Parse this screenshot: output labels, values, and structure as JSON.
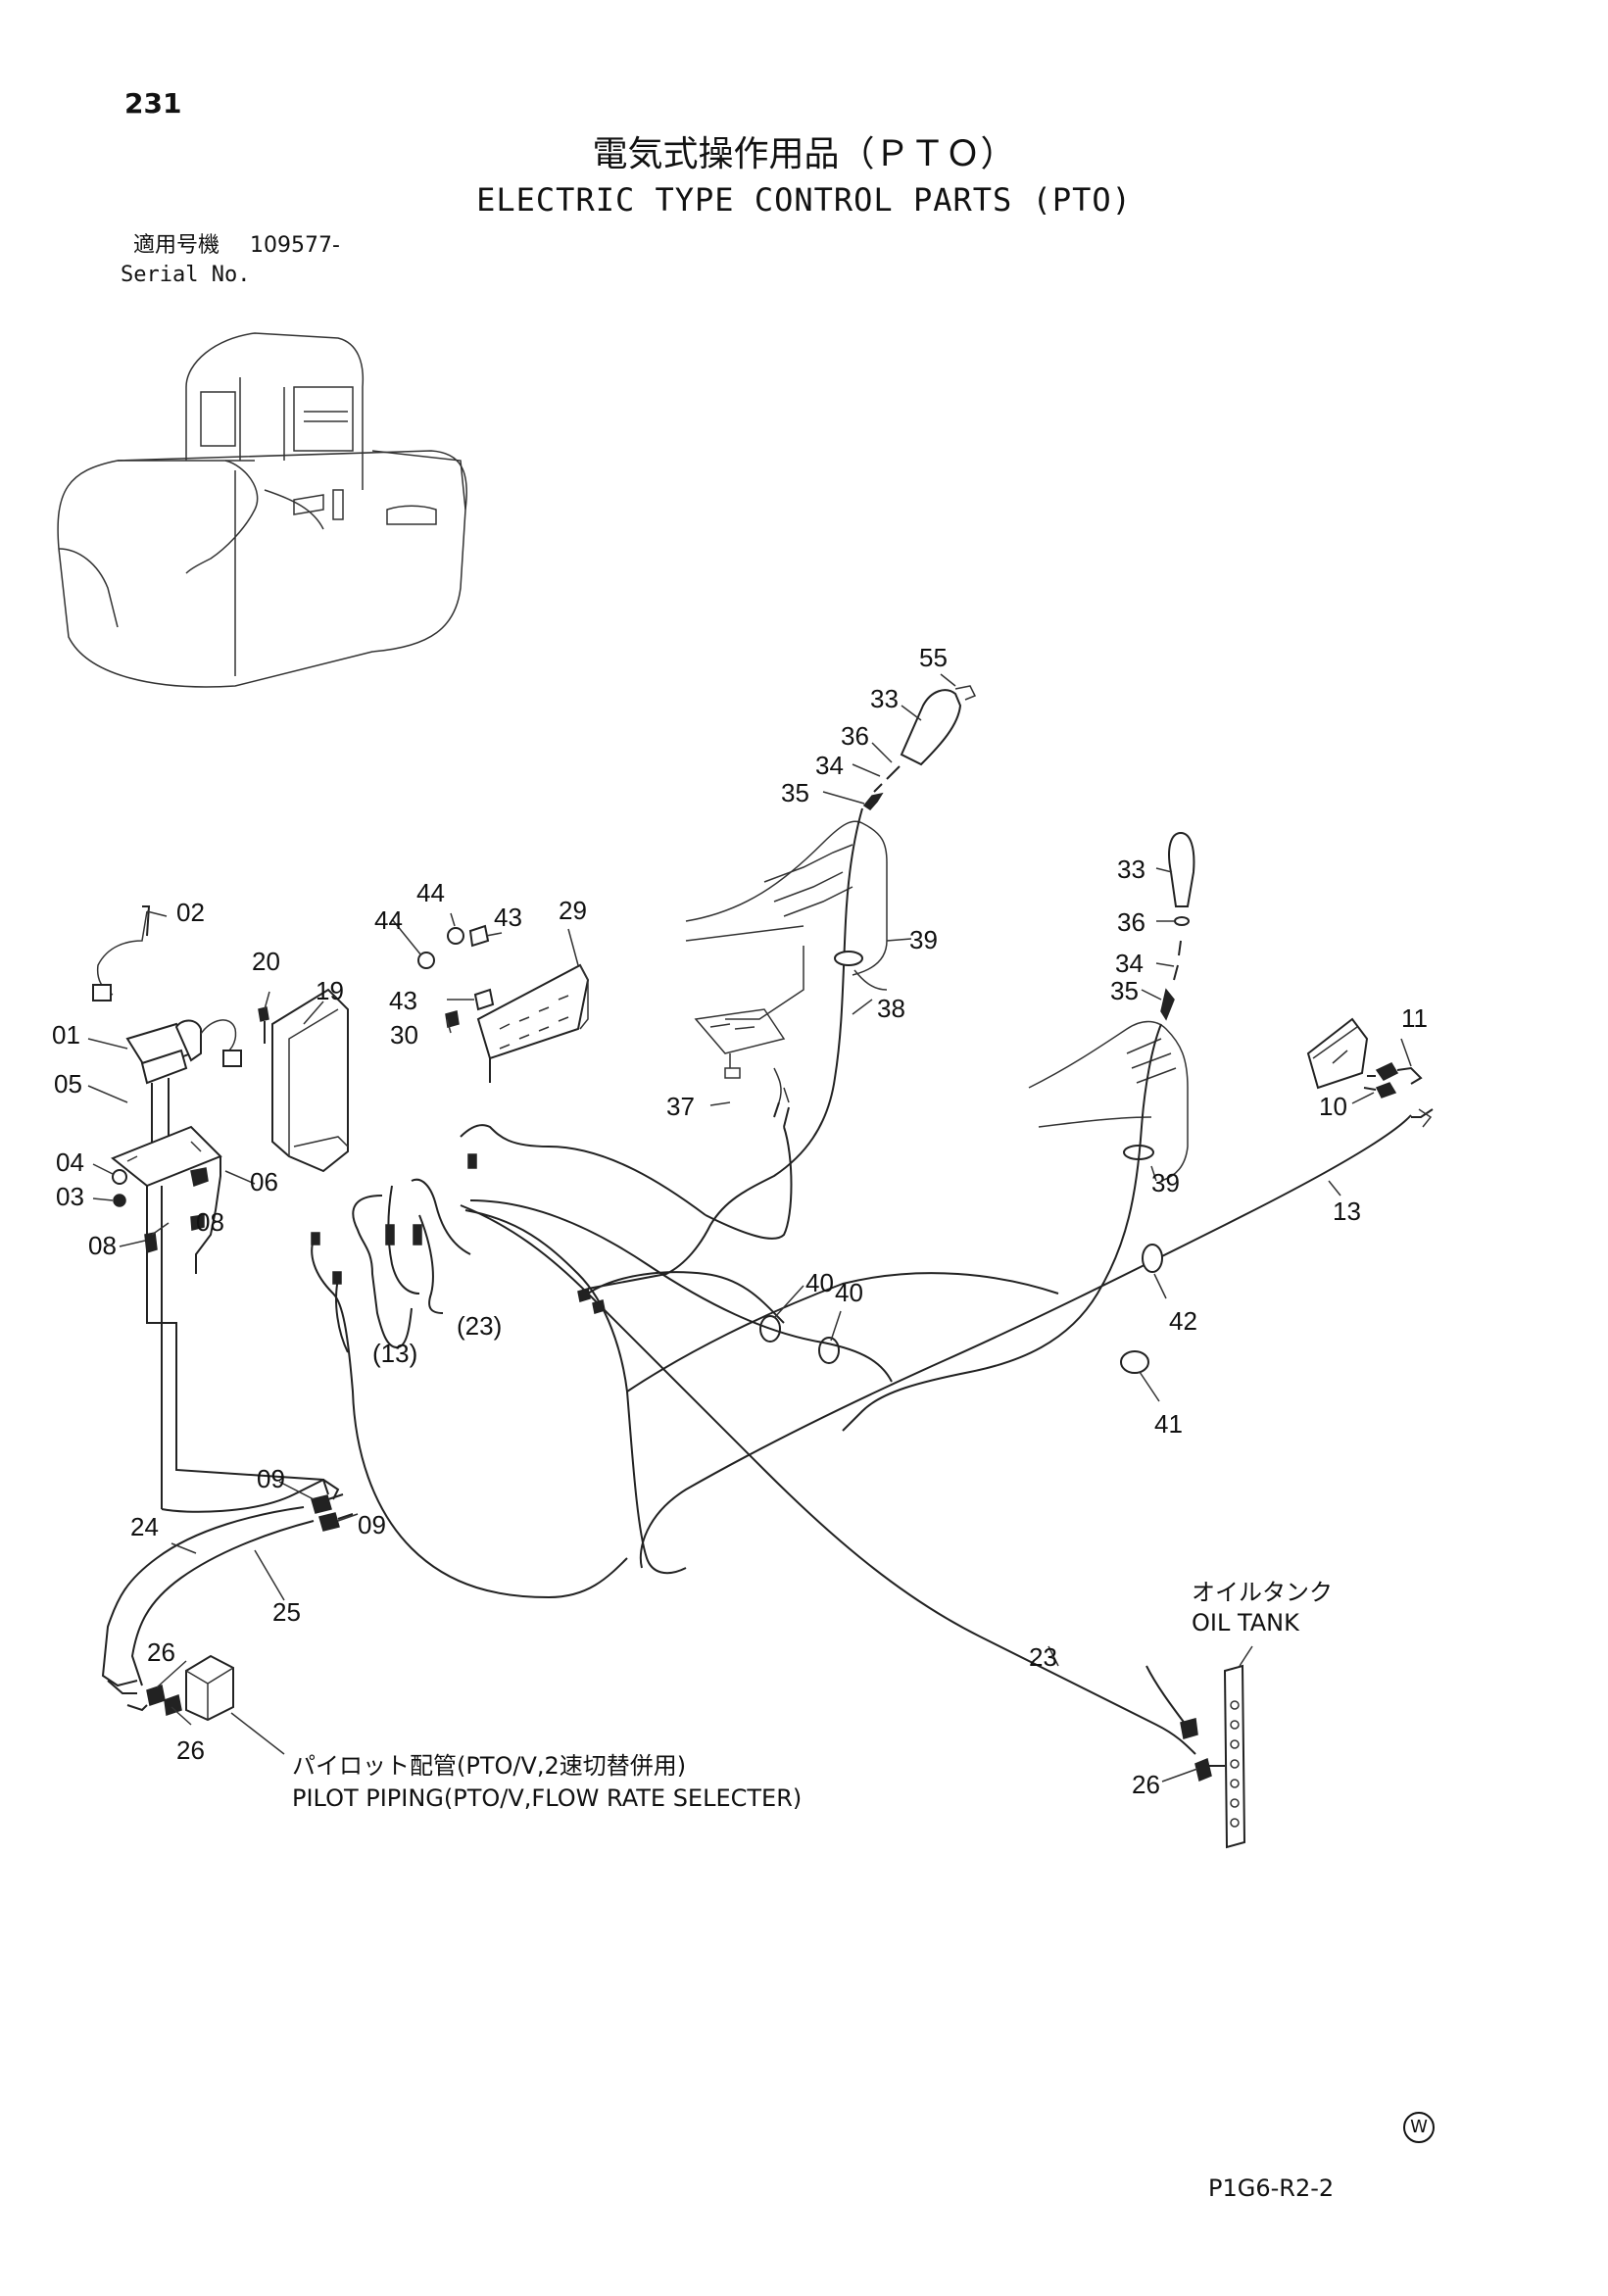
{
  "page_number": "231",
  "title_ja": "電気式操作用品（ＰＴＯ）",
  "title_en": "ELECTRIC TYPE CONTROL PARTS (PTO)",
  "serial": {
    "label_ja": "適用号機",
    "value": "109577-",
    "label_en": "Serial No."
  },
  "pilot_piping": {
    "label_ja": "パイロット配管(PTO/V,2速切替併用)",
    "label_en": "PILOT PIPING(PTO/V,FLOW RATE SELECTER)"
  },
  "oil_tank": {
    "label_ja": "オイルタンク",
    "label_en": "OIL TANK"
  },
  "reference_code": "P1G6-R2-2",
  "mark": "W",
  "callouts": [
    "55",
    "33",
    "36",
    "34",
    "35",
    "39",
    "38",
    "37",
    "33",
    "36",
    "34",
    "35",
    "39",
    "11",
    "10",
    "13",
    "42",
    "41",
    "40",
    "40",
    "02",
    "01",
    "05",
    "04",
    "03",
    "08",
    "08",
    "20",
    "19",
    "06",
    "44",
    "43",
    "44",
    "43",
    "30",
    "29",
    "(13)",
    "(23)",
    "09",
    "09",
    "24",
    "25",
    "26",
    "26",
    "23",
    "26"
  ]
}
